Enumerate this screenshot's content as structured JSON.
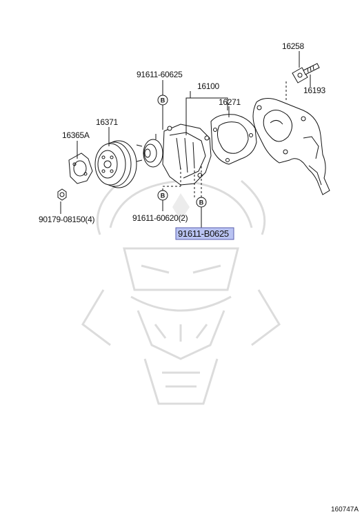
{
  "diagram": {
    "parts": {
      "p16258": "16258",
      "p16193": "16193",
      "p91611_60625": "91611-60625",
      "p16100": "16100",
      "p16271": "16271",
      "p16371": "16371",
      "p16365A": "16365A",
      "p90179": "90179-08150(4)",
      "p91611_60620": "91611-60620(2)",
      "p91611_B0625": "91611-B0625"
    },
    "callouts": {
      "b1": "B",
      "b2": "B",
      "b3": "B"
    },
    "highlight_color": "#b9c3f2",
    "highlight_border": "#5a5fae",
    "figure_code": "160747A"
  }
}
